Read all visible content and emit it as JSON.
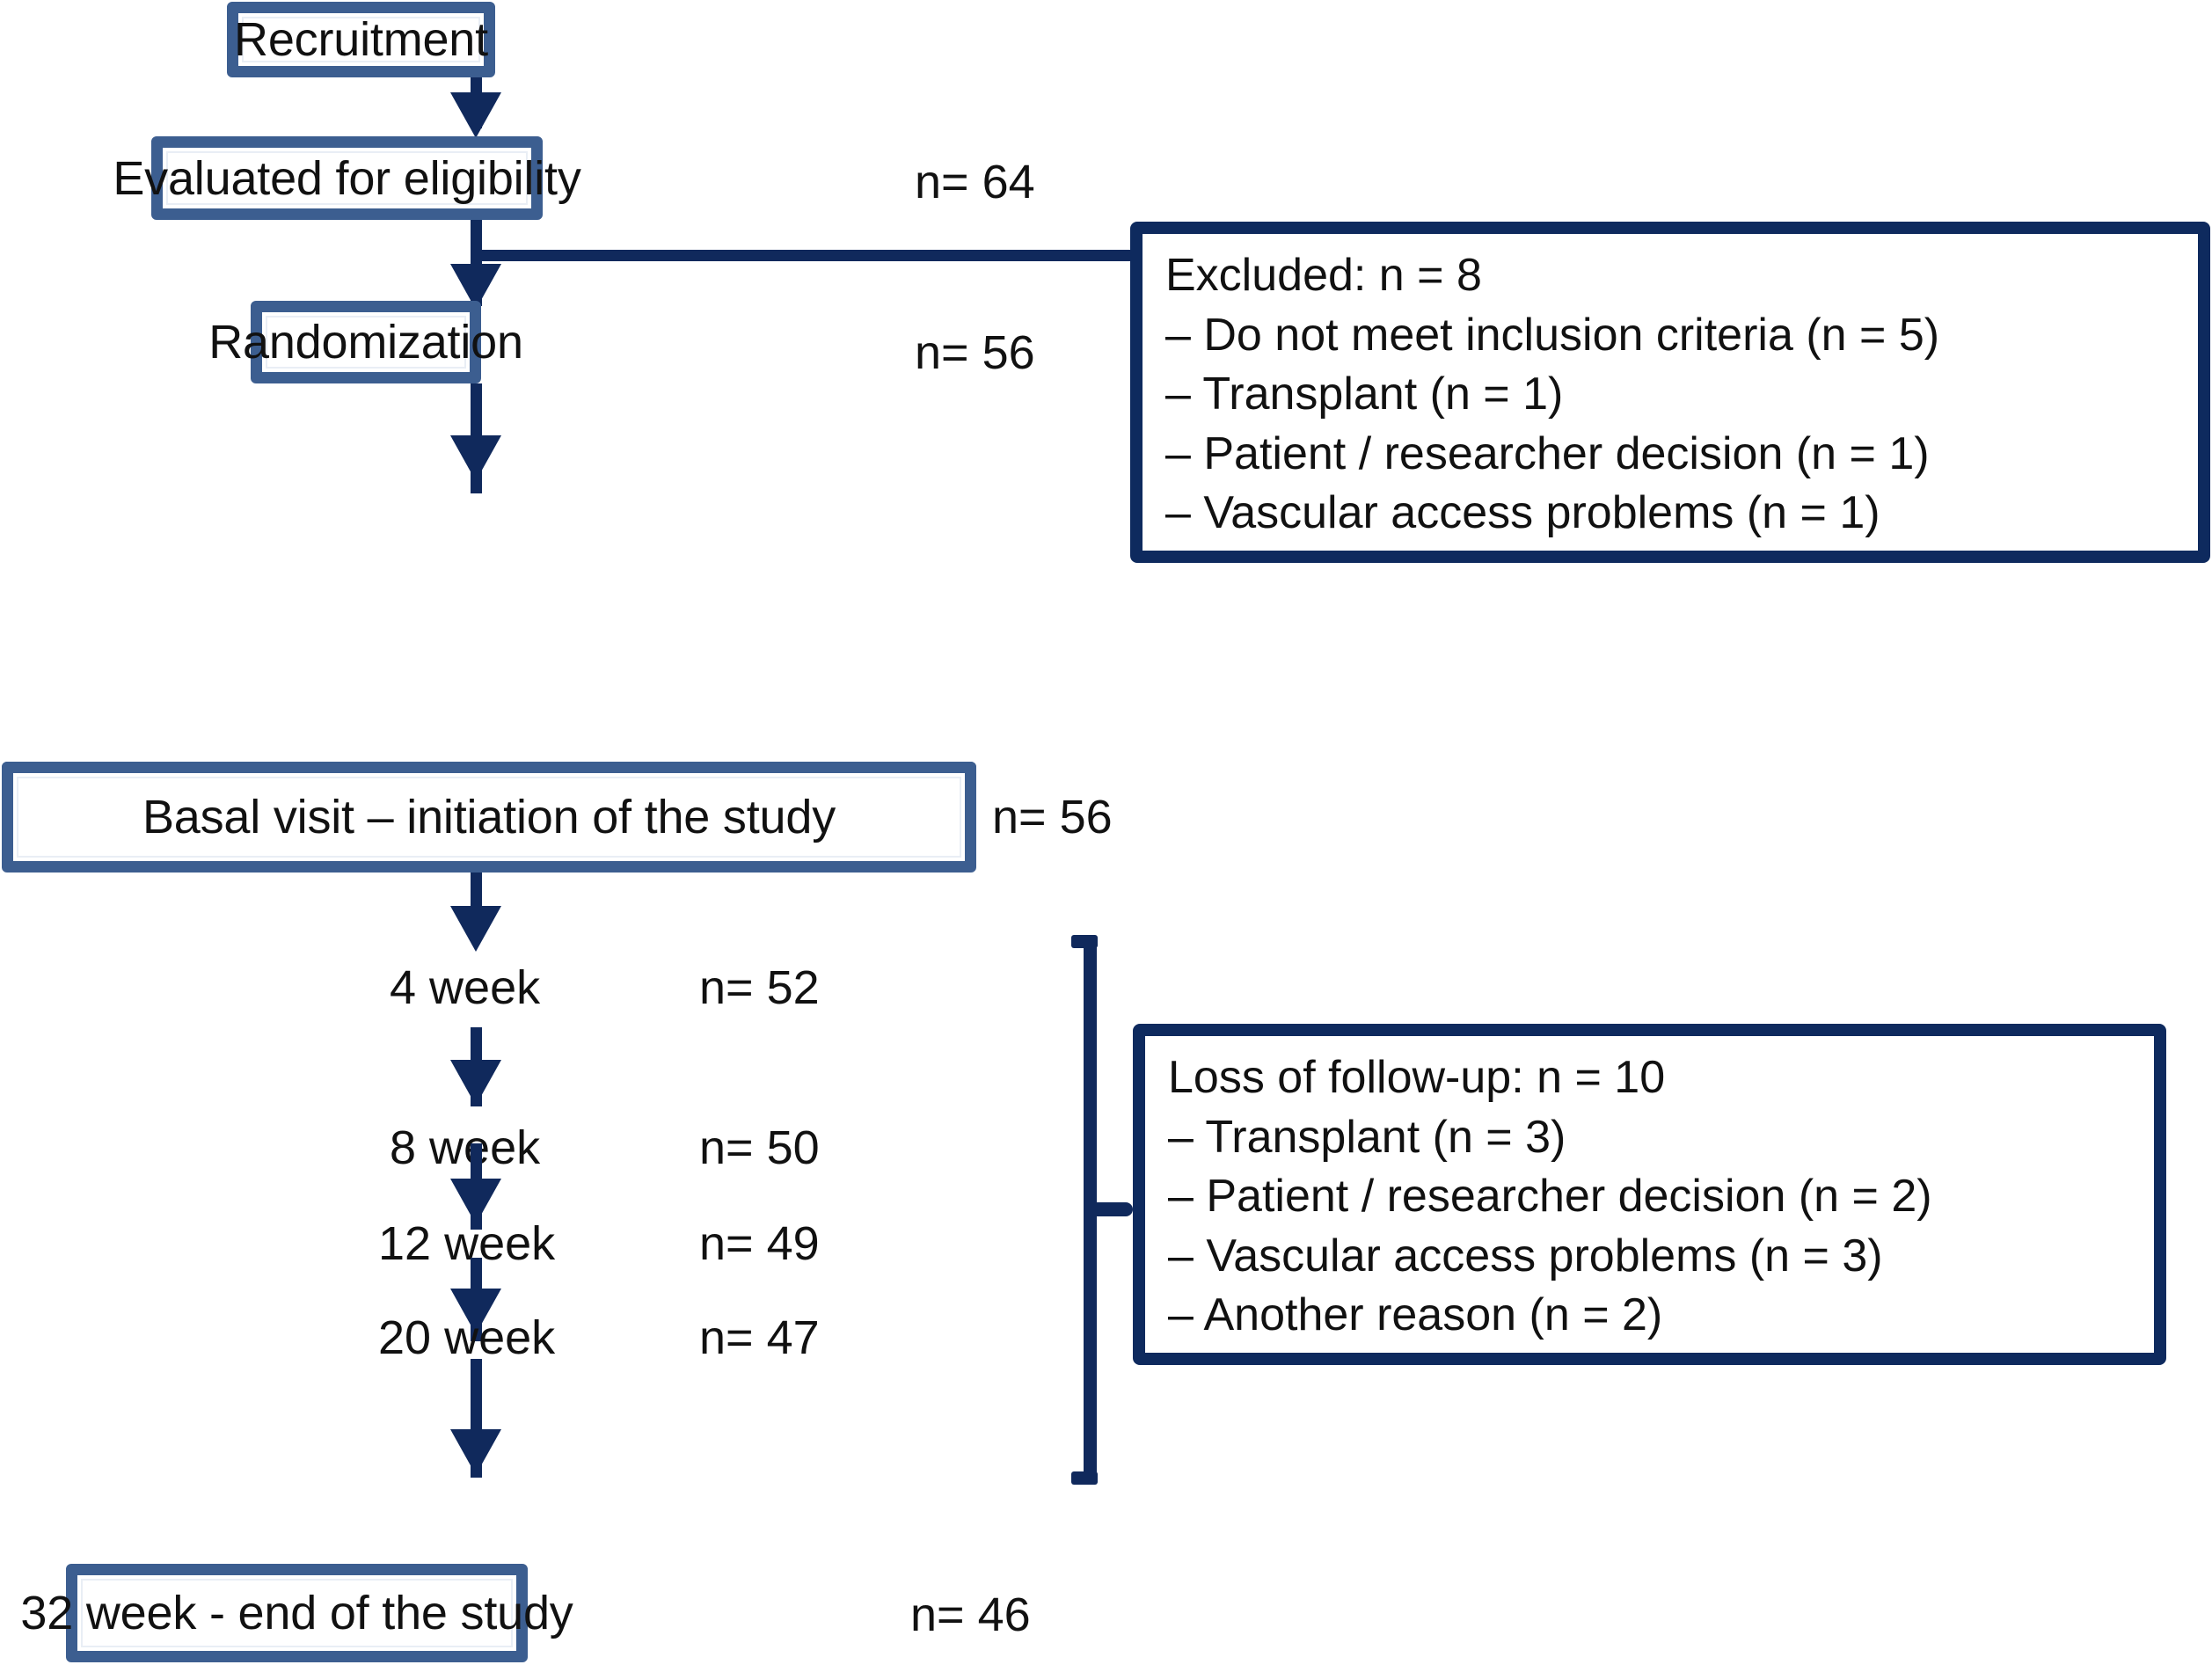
{
  "diagram": {
    "title": "CONSORT participant flow diagram",
    "colors": {
      "box_outline": "#3c5e90",
      "note_outline": "#0e2a5e",
      "connector": "#10295c",
      "text": "#111111",
      "background": "#ffffff"
    }
  },
  "nodes": [
    {
      "id": "recruitment",
      "label": "Recruitment",
      "count": ""
    },
    {
      "id": "eligibility",
      "label": "Evaluated for eligibility",
      "count": "n= 64"
    },
    {
      "id": "randomization",
      "label": "Randomization",
      "count": "n= 56"
    },
    {
      "id": "basal",
      "label": "Basal visit – initiation of the study",
      "count": "n= 56"
    },
    {
      "id": "end",
      "label": "32 week - end of the study",
      "count": "n= 46"
    }
  ],
  "timeline": [
    {
      "label": "4 week",
      "count": "n= 52"
    },
    {
      "label": "8 week",
      "count": "n= 50"
    },
    {
      "label": "12 week",
      "count": "n= 49"
    },
    {
      "label": "20 week",
      "count": "n= 47"
    }
  ],
  "excluded_note": {
    "heading": "Excluded: n = 8",
    "reasons": [
      "– Do not meet inclusion criteria (n = 5)",
      "– Transplant (n = 1)",
      "– Patient / researcher decision (n = 1)",
      "– Vascular access problems (n = 1)"
    ]
  },
  "loss_note": {
    "heading": "Loss of follow-up: n = 10",
    "reasons": [
      "– Transplant (n = 3)",
      "– Patient / researcher decision (n = 2)",
      "– Vascular access problems (n = 3)",
      "– Another reason (n = 2)"
    ]
  }
}
